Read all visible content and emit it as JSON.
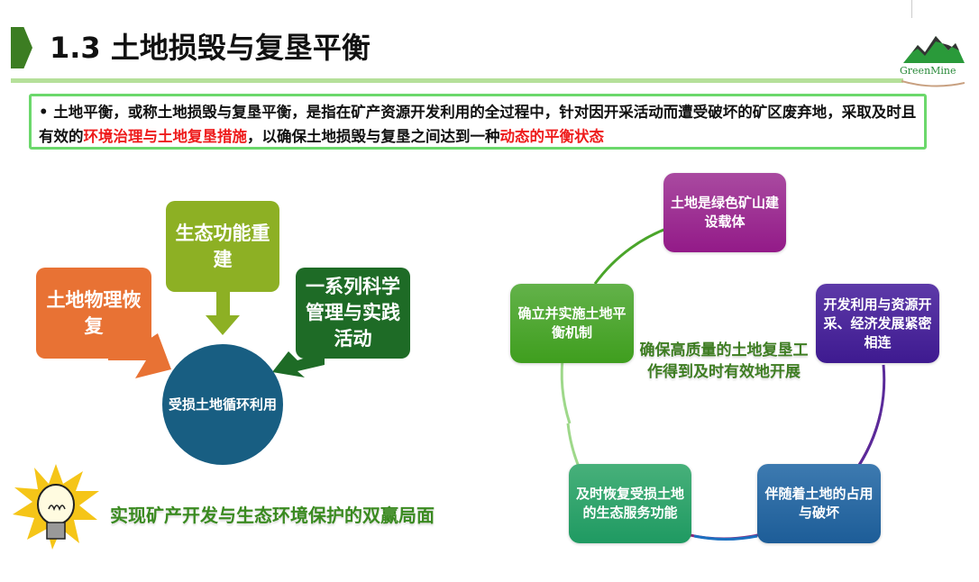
{
  "header": {
    "title": "1.3 土地损毁与复垦平衡",
    "logo_text": "GreenMine"
  },
  "definition": {
    "text_1": "• 土地平衡，或称土地损毁与复垦平衡，是指在矿产资源开发利用的全过程中，针对因开采活动而遭受破坏的矿区废弃地，采取及时且有效的",
    "highlight_1": "环境治理与土地复垦措施",
    "text_2": "，以确保土地损毁与复垦之间达到一种",
    "highlight_2": "动态的平衡状态"
  },
  "left_diagram": {
    "boxes": [
      {
        "label": "土地物理恢复",
        "color": "#e87234"
      },
      {
        "label": "生态功能重建",
        "color": "#8db024"
      },
      {
        "label": "一系列科学管理与实践活动",
        "color": "#1e6b26"
      }
    ],
    "hub": "受损土地循环利用",
    "slogan": "实现矿产开发与生态环境保护的双赢局面"
  },
  "cycle": {
    "center": "确保高质量的土地复垦工作得到及时有效地开展",
    "nodes": [
      {
        "label": "土地是绿色矿山建设载体",
        "color": "#9a2390"
      },
      {
        "label": "开发利用与资源开采、经济发展紧密相连",
        "color": "#4a2596"
      },
      {
        "label": "伴随着土地的占用与破坏",
        "color": "#23659c"
      },
      {
        "label": "及时恢复受损土地的生态服务功能",
        "color": "#2a9a6a"
      },
      {
        "label": "确立并实施土地平衡机制",
        "color": "#4aa52a"
      }
    ]
  }
}
